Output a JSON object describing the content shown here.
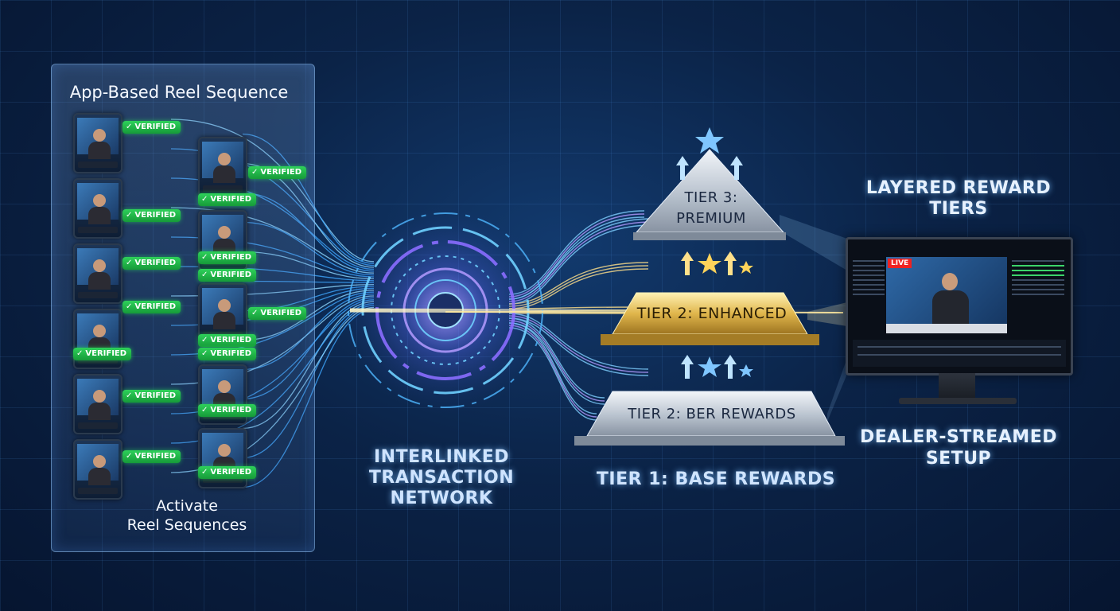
{
  "panel": {
    "title": "App-Based Reel Sequence",
    "footer": "Activate\nReel Sequences",
    "badge_text": "VERIFIED"
  },
  "network_label": "INTERLINKED\nTRANSACTION\nNETWORK",
  "tiers": {
    "tier3": "TIER 3:\nPREMIUM",
    "tier2_enhanced": "TIER 2: ENHANCED",
    "tier2_bar": "TIER 2: BER REWARDS",
    "tier1": "TIER 1: BASE REWARDS"
  },
  "layered_label": "LAYERED REWARD\nTIERS",
  "dealer_label": "DEALER-STREAMED\nSETUP",
  "monitor": {
    "live_badge": "LIVE"
  },
  "colors": {
    "background": "#0b2347",
    "accent_cyan": "#5ecbff",
    "accent_purple": "#8a6dff",
    "verified_green": "#22c24a",
    "gold": "#d9b24a",
    "silver": "#c9d2dc"
  }
}
